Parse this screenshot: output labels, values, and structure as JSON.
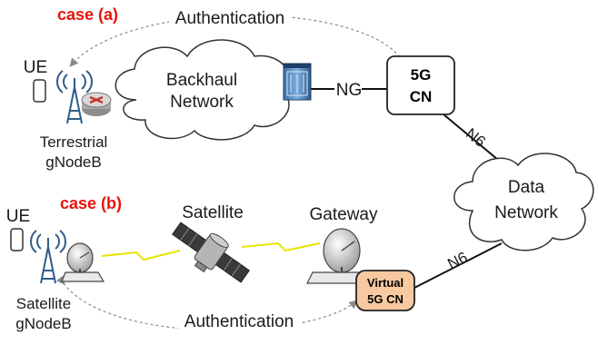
{
  "case_a": {
    "label": "case (a)",
    "color": "#e8140c"
  },
  "case_b": {
    "label": "case (b)",
    "color": "#e8140c"
  },
  "auth_top": {
    "label": "Authentication"
  },
  "auth_bottom": {
    "label": "Authentication"
  },
  "ue_top": {
    "label": "UE"
  },
  "ue_bottom": {
    "label": "UE"
  },
  "terrestrial_gnb": {
    "line1": "Terrestrial",
    "line2": "gNodeB"
  },
  "satellite_gnb": {
    "line1": "Satellite",
    "line2": "gNodeB"
  },
  "backhaul": {
    "line1": "Backhaul",
    "line2": "Network"
  },
  "ng_link": {
    "label": "NG"
  },
  "core_5g": {
    "line1": "5G",
    "line2": "CN"
  },
  "n6_top": {
    "label": "N6"
  },
  "n6_bottom": {
    "label": "N6"
  },
  "data_network": {
    "line1": "Data",
    "line2": "Network"
  },
  "satellite": {
    "label": "Satellite"
  },
  "gateway": {
    "label": "Gateway"
  },
  "virtual_core": {
    "line1": "Virtual",
    "line2": "5G CN",
    "fill": "#f8c9a0"
  },
  "colors": {
    "radio_link": "#e6e600",
    "antenna": "#2f5d8a",
    "router": "#c0392b"
  }
}
